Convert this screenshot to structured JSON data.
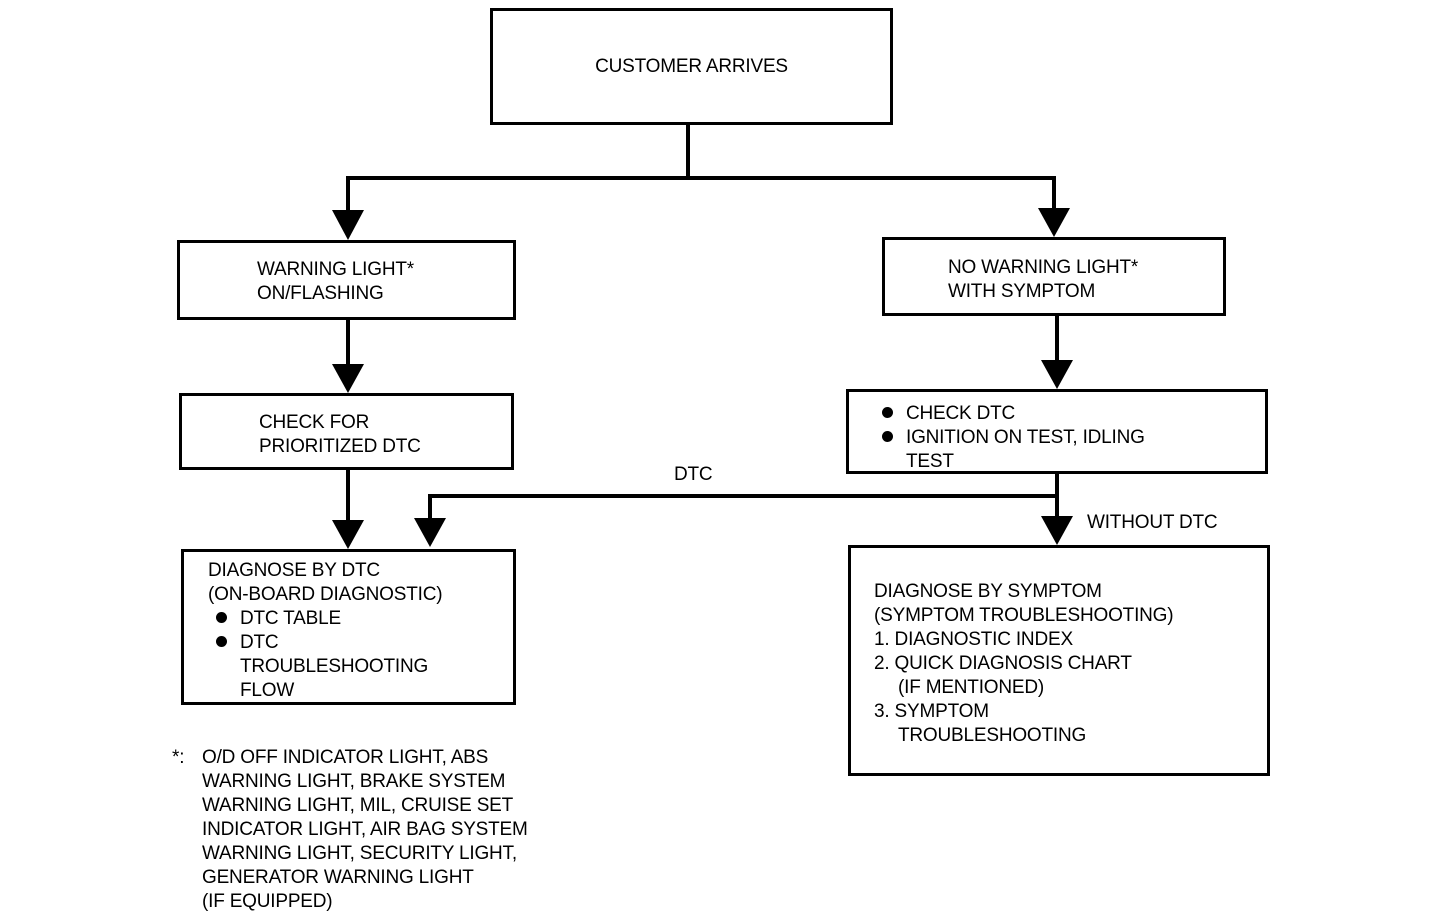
{
  "nodes": {
    "customer_arrives": {
      "lines": [
        "CUSTOMER ARRIVES"
      ]
    },
    "warning_light": {
      "lines": [
        "WARNING LIGHT*",
        "ON/FLASHING"
      ]
    },
    "no_warning_light": {
      "lines": [
        "NO WARNING LIGHT*",
        "WITH SYMPTOM"
      ]
    },
    "check_prioritized": {
      "lines": [
        "CHECK FOR",
        "PRIORITIZED DTC"
      ]
    },
    "check_dtc": {
      "bullets": [
        "CHECK DTC",
        "IGNITION ON TEST, IDLING"
      ],
      "continuation": "TEST"
    },
    "diagnose_dtc": {
      "title_lines": [
        "DIAGNOSE BY DTC",
        "(ON-BOARD DIAGNOSTIC)"
      ],
      "bullets": [
        "DTC TABLE",
        "DTC"
      ],
      "continuation_lines": [
        "TROUBLESHOOTING",
        "FLOW"
      ]
    },
    "diagnose_symptom": {
      "title_lines": [
        "DIAGNOSE BY SYMPTOM",
        "(SYMPTOM TROUBLESHOOTING)"
      ],
      "items": [
        {
          "number": "1.",
          "text": "DIAGNOSTIC INDEX"
        },
        {
          "number": "2.",
          "text": "QUICK DIAGNOSIS CHART",
          "sub": "(IF MENTIONED)"
        },
        {
          "number": "3.",
          "text": "SYMPTOM",
          "sub": "TROUBLESHOOTING"
        }
      ]
    }
  },
  "edge_labels": {
    "dtc": "DTC",
    "without_dtc": "WITHOUT DTC"
  },
  "footnote": {
    "marker": "*:",
    "lines": [
      "O/D OFF INDICATOR LIGHT, ABS",
      "WARNING LIGHT, BRAKE SYSTEM",
      "WARNING LIGHT, MIL, CRUISE SET",
      "INDICATOR LIGHT, AIR BAG SYSTEM",
      "WARNING LIGHT, SECURITY LIGHT,",
      "GENERATOR WARNING LIGHT",
      "(IF EQUIPPED)"
    ]
  }
}
